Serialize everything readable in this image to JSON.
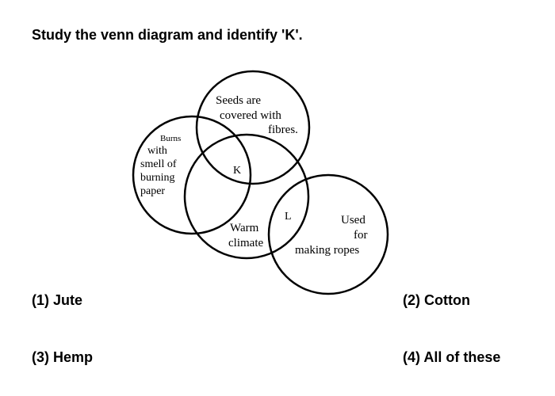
{
  "question": "Study the venn diagram and identify 'K'.",
  "diagram": {
    "seeds_label": [
      "Seeds are",
      "covered with",
      "fibres."
    ],
    "burns_label": [
      "Burns",
      "with",
      "smell of",
      "burning",
      "paper"
    ],
    "warm_label": [
      "Warm",
      "climate"
    ],
    "ropes_label": [
      "Used",
      "for",
      "making ropes"
    ],
    "k": "K",
    "l": "L"
  },
  "options": [
    {
      "label": "(1) Jute"
    },
    {
      "label": "(2) Cotton"
    },
    {
      "label": "(3) Hemp"
    },
    {
      "label": "(4) All of these"
    }
  ]
}
